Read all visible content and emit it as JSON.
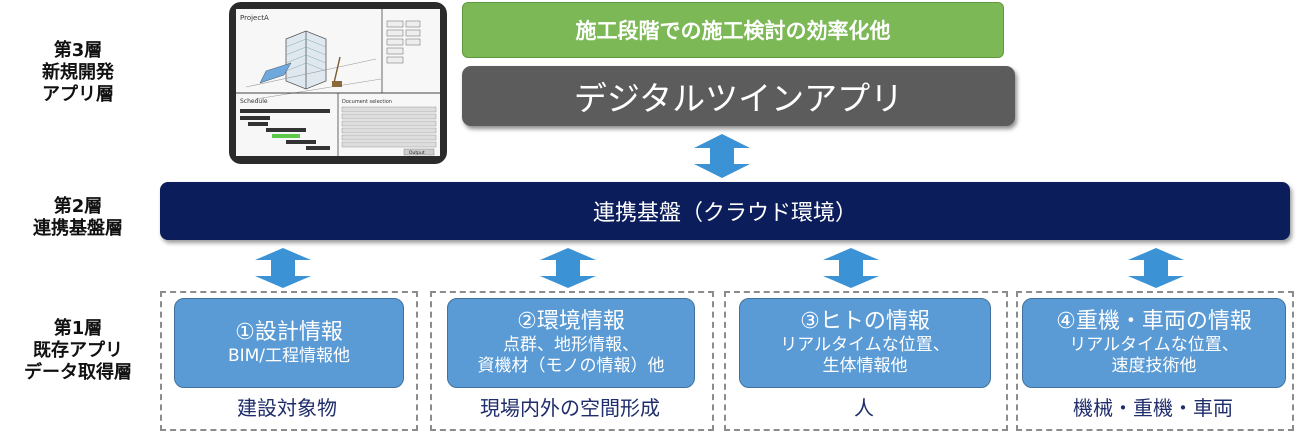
{
  "layers": {
    "layer3": [
      "第3層",
      "新規開発",
      "アプリ層"
    ],
    "layer2": [
      "第2層",
      "連携基盤層"
    ],
    "layer1": [
      "第1層",
      "既存アプリ",
      "データ取得層"
    ]
  },
  "tablet": {
    "project_label": "ProjectA",
    "schedule_label": "Schedule",
    "selection_label": "Document selection",
    "button_label": "Output"
  },
  "top": {
    "green_label": "施工段階での施工検討の効率化他",
    "app_label": "デジタルツインアプリ"
  },
  "platform": {
    "label": "連携基盤（クラウド環境）"
  },
  "sources": [
    {
      "title": "①設計情報",
      "desc": [
        "BIM/工程情報他"
      ],
      "footer": "建設対象物"
    },
    {
      "title": "②環境情報",
      "desc": [
        "点群、地形情報、",
        "資機材（モノの情報）他"
      ],
      "footer": "現場内外の空間形成"
    },
    {
      "title": "③ヒトの情報",
      "desc": [
        "リアルタイムな位置、",
        "生体情報他"
      ],
      "footer": "人"
    },
    {
      "title": "④重機・車両の情報",
      "desc": [
        "リアルタイムな位置、",
        "速度技術他"
      ],
      "footer": "機械・重機・車両"
    }
  ],
  "colors": {
    "green": "#7cb856",
    "app_gray": "#5c5c5c",
    "platform_navy": "#0c1d5c",
    "card_blue": "#5b9bd5",
    "arrow_blue": "#3b93d6"
  }
}
